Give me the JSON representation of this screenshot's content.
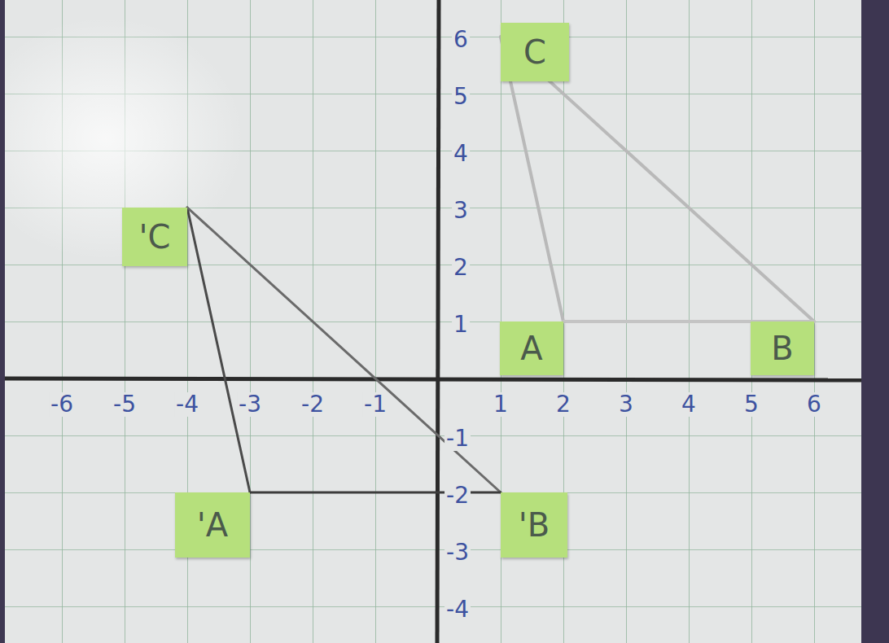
{
  "diagram": {
    "nodes": [
      {
        "text": [
          "C"
        ]
      },
      {
        "text": [
          "'C"
        ]
      },
      {
        "text": [
          "A"
        ]
      },
      {
        "text": [
          "B"
        ]
      },
      {
        "text": [
          "'A"
        ]
      },
      {
        "text": [
          "'B"
        ]
      }
    ],
    "edges": [
      {
        "from": 0,
        "to": 2,
        "arrow": "none"
      },
      {
        "from": 0,
        "to": 3,
        "arrow": "none"
      },
      {
        "from": 2,
        "to": 3,
        "arrow": "none"
      },
      {
        "from": 1,
        "to": 4,
        "arrow": "none"
      },
      {
        "from": 1,
        "to": 5,
        "arrow": "none"
      },
      {
        "from": 4,
        "to": 5,
        "arrow": "none"
      }
    ],
    "labels": [
      "-6",
      "-5",
      "-4",
      "-3",
      "-2",
      "-1",
      "1",
      "2",
      "3",
      "4",
      "5",
      "6",
      "6",
      "5",
      "4",
      "3",
      "2",
      "1",
      "-1",
      "-2",
      "-3",
      "-4"
    ]
  }
}
